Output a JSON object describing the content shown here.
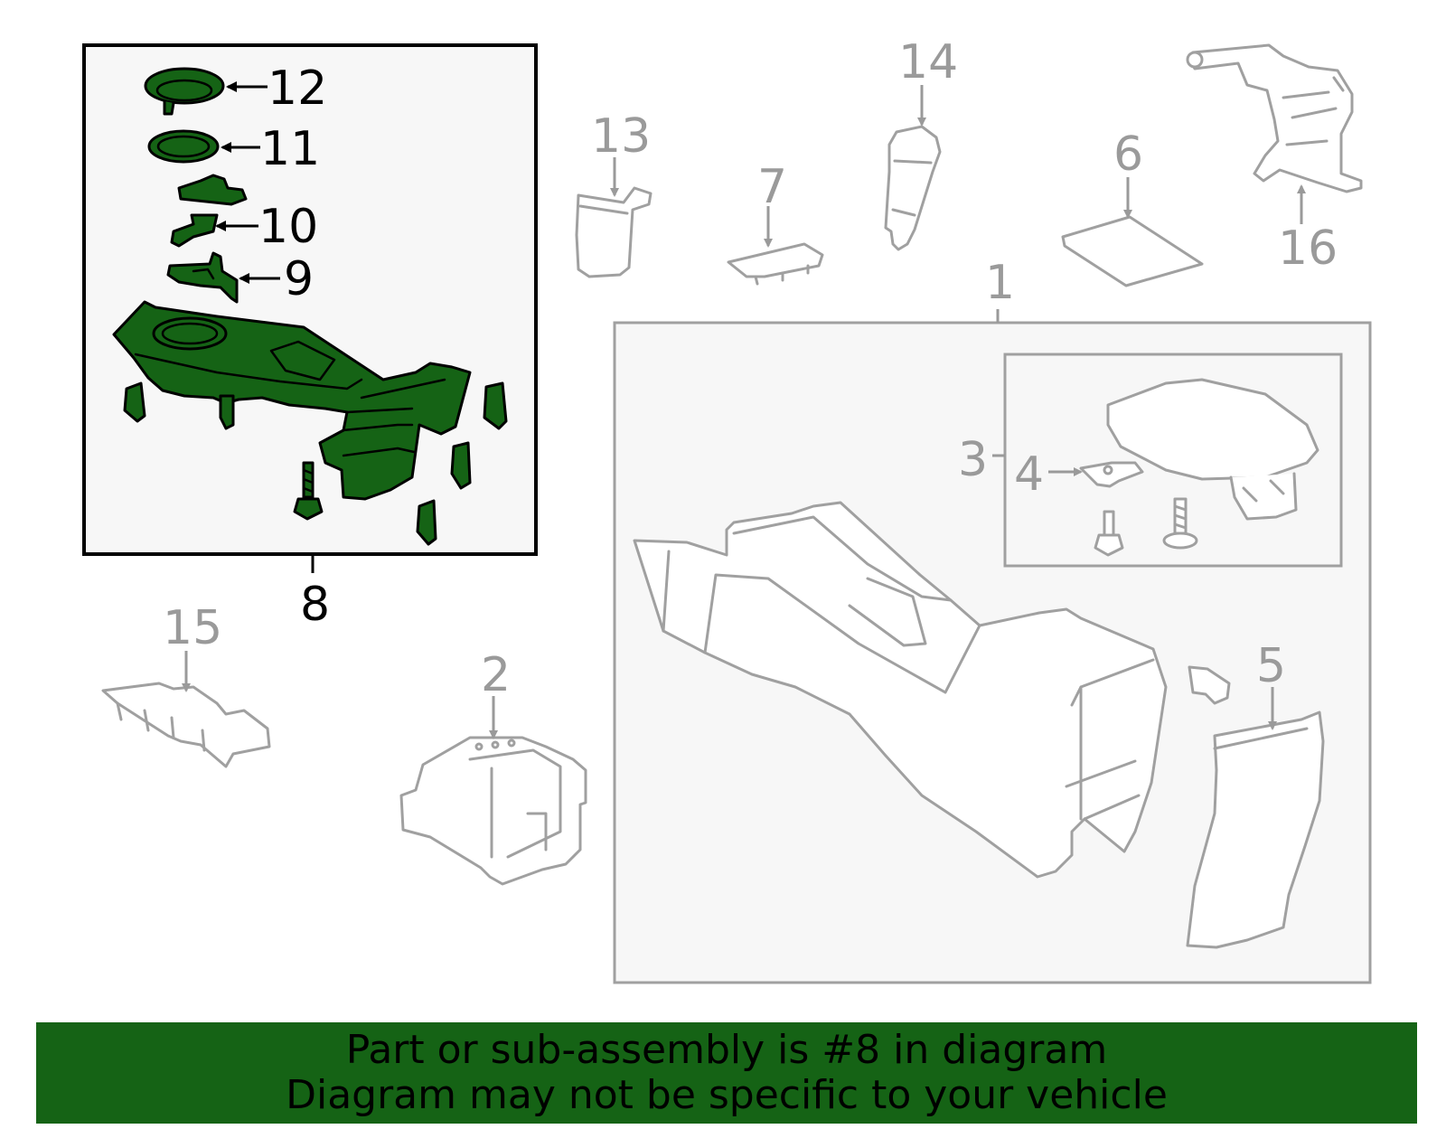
{
  "callouts": {
    "c1": "1",
    "c2": "2",
    "c3": "3",
    "c4": "4",
    "c5": "5",
    "c6": "6",
    "c7": "7",
    "c8": "8",
    "c9": "9",
    "c10": "10",
    "c11": "11",
    "c12": "12",
    "c13": "13",
    "c14": "14",
    "c15": "15",
    "c16": "16"
  },
  "highlight_part": "8",
  "colors": {
    "highlight_fill": "#156315",
    "part_outline": "#a0a0a0",
    "callout_grey": "#9a9a9a",
    "panel_background": "#f7f7f7",
    "banner_background": "#156315"
  },
  "banner": {
    "line1": "Part or sub-assembly is #8 in diagram",
    "line2": "Diagram may not be specific to your vehicle"
  }
}
